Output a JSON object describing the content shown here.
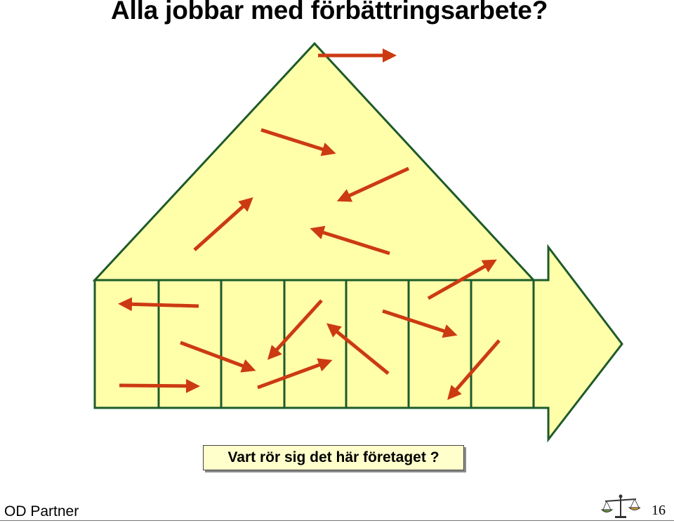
{
  "slide": {
    "title": "Alla jobbar med förbättringsarbete?",
    "question": "Vart rör sig det här företaget ?",
    "company": "OD Partner",
    "page_number": "16"
  },
  "diagram": {
    "shape": "house-arrow",
    "column_count": 7,
    "arrow_count": 14,
    "colors": {
      "fill": "#ffffaa",
      "outline": "#1e5a2a",
      "arrows": "#cc3a12",
      "question_box": "#ffffcc"
    }
  },
  "icons": {
    "logo": "scales-of-justice-icon"
  }
}
